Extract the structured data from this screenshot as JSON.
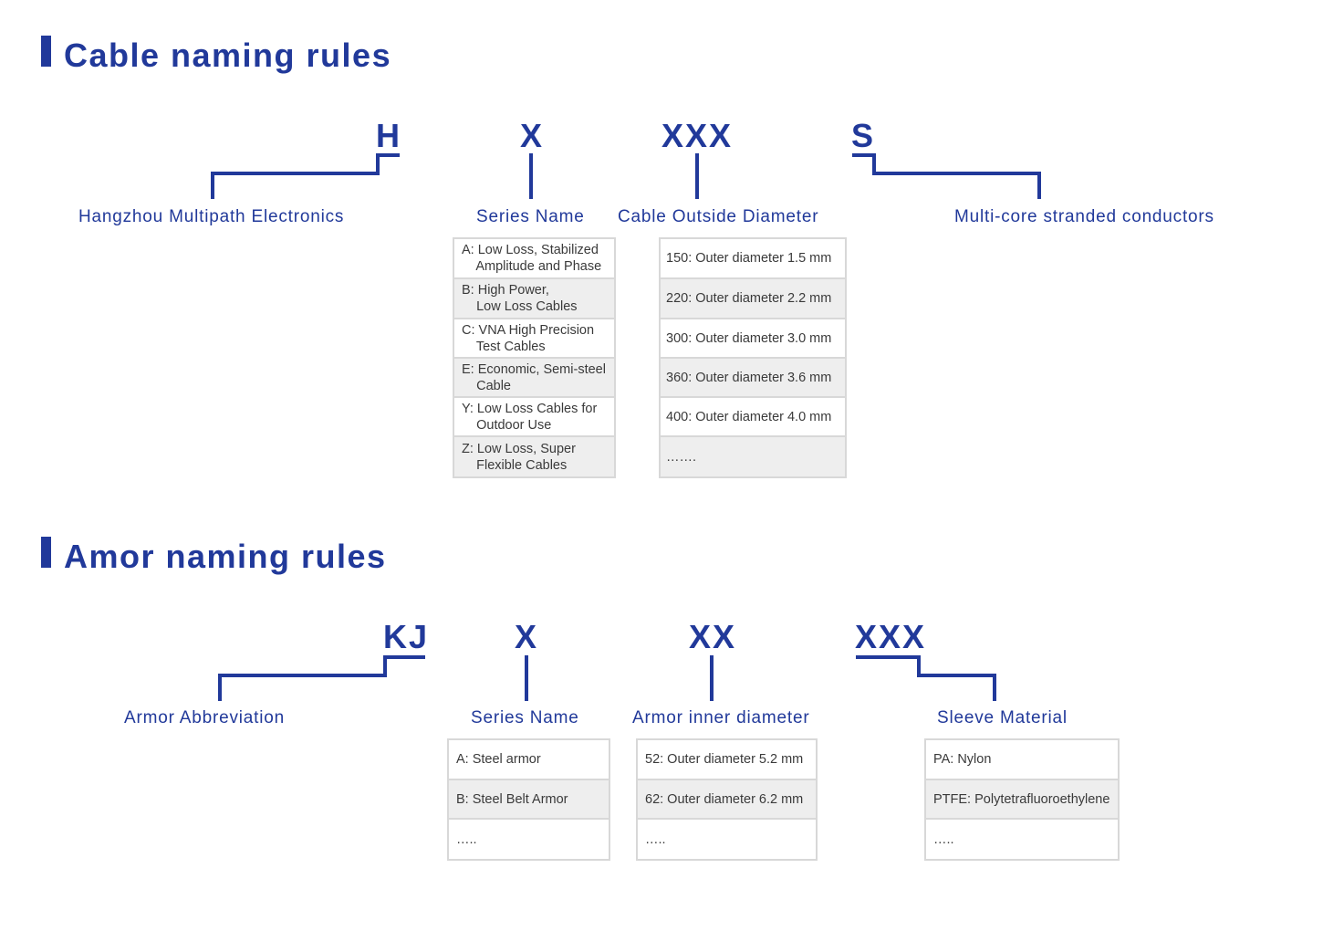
{
  "sections": [
    {
      "title": "Cable naming rules",
      "codes": [
        "H",
        "X",
        "XXX",
        "S"
      ],
      "labels": [
        "Hangzhou Multipath Electronics",
        "Series Name",
        "Cable Outside Diameter",
        "Multi-core stranded conductors"
      ],
      "series_table": [
        "A: Low Loss, Stabilized\n    Amplitude and Phase",
        "B: High Power,\n    Low Loss Cables",
        "C: VNA High Precision\n    Test Cables",
        "E: Economic, Semi-steel\n    Cable",
        "Y: Low Loss Cables for\n    Outdoor Use",
        "Z: Low Loss, Super\n    Flexible Cables"
      ],
      "diameter_table": [
        "150: Outer diameter 1.5 mm",
        "220: Outer diameter 2.2 mm",
        "300: Outer diameter 3.0 mm",
        "360: Outer diameter 3.6 mm",
        "400: Outer diameter 4.0 mm",
        "……."
      ]
    },
    {
      "title": "Amor naming rules",
      "codes": [
        "KJ",
        "X",
        "XX",
        "XXX"
      ],
      "labels": [
        "Armor Abbreviation",
        "Series Name",
        "Armor inner diameter",
        "Sleeve Material"
      ],
      "series_table": [
        "A: Steel armor",
        "B: Steel Belt Armor",
        "….."
      ],
      "diameter_table": [
        "52: Outer diameter 5.2 mm",
        "62: Outer diameter 6.2 mm",
        "….."
      ],
      "material_table": [
        "PA: Nylon",
        "PTFE: Polytetrafluoroethylene",
        "….."
      ]
    }
  ],
  "colors": {
    "accent": "#21399a",
    "table_border": "#d8d8d8",
    "row_alt": "#eeeeee",
    "text": "#3a3a3a"
  }
}
